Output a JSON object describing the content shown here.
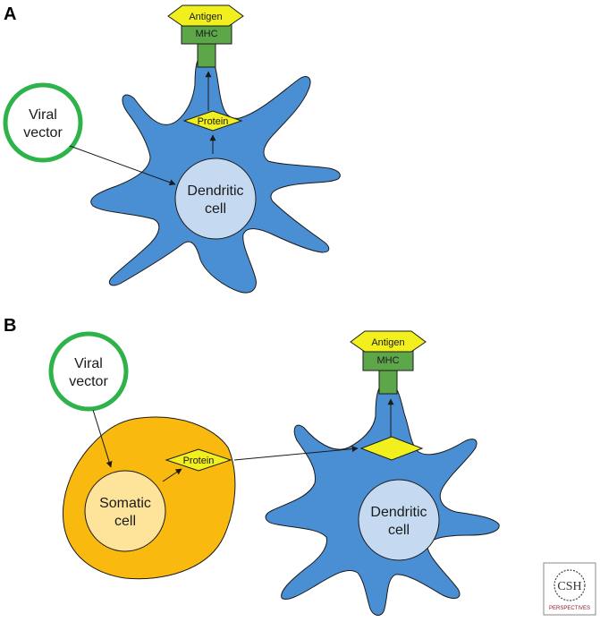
{
  "panel_a": {
    "letter": "A",
    "viral_vector": [
      "Viral",
      "vector"
    ],
    "dendritic_cell": [
      "Dendritic",
      "cell"
    ],
    "protein": "Protein",
    "mhc": "MHC",
    "antigen": "Antigen"
  },
  "panel_b": {
    "letter": "B",
    "viral_vector": [
      "Viral",
      "vector"
    ],
    "somatic_cell": [
      "Somatic",
      "cell"
    ],
    "protein": "Protein",
    "dendritic_cell": [
      "Dendritic",
      "cell"
    ],
    "mhc": "MHC",
    "antigen": "Antigen"
  },
  "logo": {
    "text": "CSH",
    "subtext": "PERSPECTIVES"
  },
  "colors": {
    "dendritic_fill": "#4a8fd4",
    "nucleus_fill": "#c5daf0",
    "viral_ring": "#2db34a",
    "protein_fill": "#f2ef1e",
    "mhc_fill": "#5ea64a",
    "somatic_fill": "#f9b90e",
    "somatic_nucleus": "#fde49a"
  }
}
